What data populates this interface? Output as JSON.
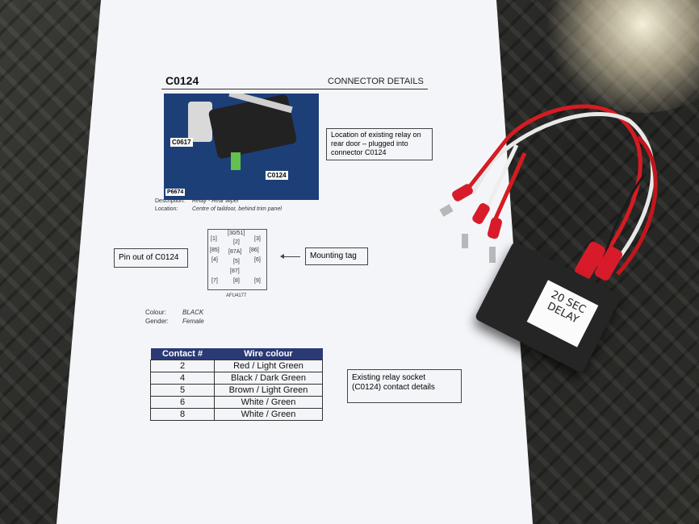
{
  "image_description": "Photo of a printed wiring sheet lying on a dark rubber mat next to a small black relay box with a wire harness.",
  "sheet": {
    "code": "C0124",
    "heading": "CONNECTOR DETAILS",
    "photo_labels": {
      "c0617": "C0617",
      "c0124": "C0124",
      "ref": "P6674"
    },
    "description_label": "Description:",
    "description_value": "Relay - Rear wiper",
    "location_label": "Location:",
    "location_value": "Centre of taildoor, behind trim panel",
    "callout_location": "Location of existing relay on rear door – plugged into connector C0124",
    "callout_pinout": "Pin out of C0124",
    "callout_mounting": "Mounting tag",
    "callout_socket": "Existing relay socket (C0124) contact details",
    "pins": [
      "[30/51]",
      "[1]",
      "[3]",
      "[2]",
      "[85]",
      "[87A]",
      "[86]",
      "[4]",
      "[5]",
      "[6]",
      "[87]",
      "[7]",
      "[8]",
      "[9]"
    ],
    "figure_ref": "AFU4177",
    "colour_label": "Colour:",
    "colour_value": "BLACK",
    "gender_label": "Gender:",
    "gender_value": "Female",
    "table": {
      "headers": [
        "Contact #",
        "Wire colour"
      ],
      "rows": [
        [
          "2",
          "Red / Light Green"
        ],
        [
          "4",
          "Black / Dark Green"
        ],
        [
          "5",
          "Brown / Light Green"
        ],
        [
          "6",
          "White / Green"
        ],
        [
          "8",
          "White / Green"
        ]
      ]
    }
  },
  "relay_box": {
    "label_line1": "20 SEC",
    "label_line2": "DELAY"
  }
}
